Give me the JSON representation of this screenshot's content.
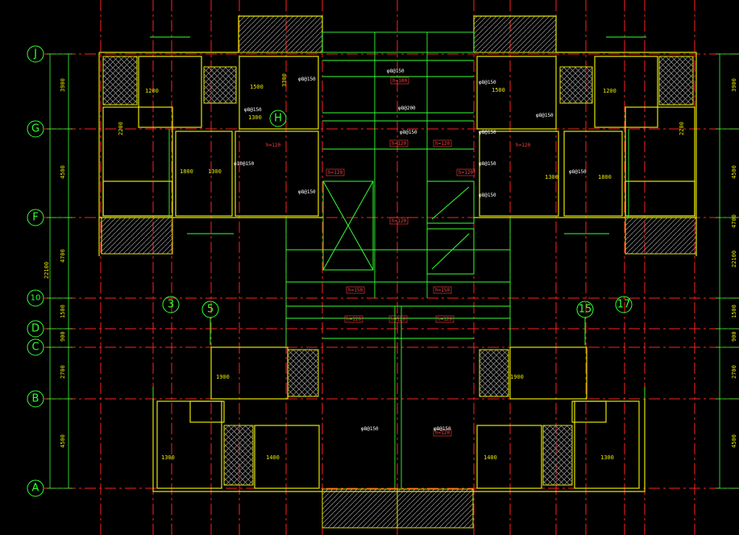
{
  "colors": {
    "background": "#000000",
    "axis_line": "#ff2020",
    "grid_marker": "#33ff33",
    "wall": "#e6e600",
    "beam": "#33ff33",
    "hatch": "#aaaaaa",
    "slab_label": "#ff4040",
    "text": "#ffffff"
  },
  "grid_axes": {
    "rows": [
      "J",
      "G",
      "F",
      "10",
      "D",
      "C",
      "B",
      "A"
    ],
    "columns": [
      "3",
      "5",
      "15",
      "17"
    ],
    "extra_marker": "H"
  },
  "dimensions": {
    "left": [
      "3900",
      "4500",
      "4700",
      "1500",
      "900",
      "2700",
      "4500"
    ],
    "left_total": "22100",
    "right": [
      "3900",
      "4500",
      "4700",
      "1500",
      "900",
      "2700",
      "4500"
    ],
    "right_total": "22100"
  },
  "room_dims": [
    "1500",
    "1200",
    "1900",
    "3300",
    "1300",
    "1800",
    "2200",
    "1400"
  ],
  "slab_labels": [
    "h=120",
    "h=100",
    "h=150"
  ],
  "beam_labels": [
    "φ8@150",
    "φ8@200",
    "φ10@150"
  ]
}
